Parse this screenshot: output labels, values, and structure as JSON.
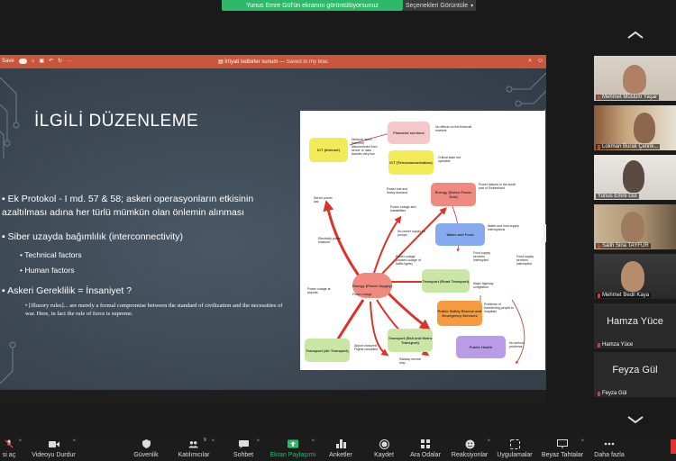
{
  "banner": {
    "share_text": "Yunus Emre Gül'ün ekranını görüntülüyorsunuz",
    "view_options": "Seçenekleri Görüntüle"
  },
  "window": {
    "title_prefix": "İrtiyati tedbirler sunum",
    "title_suffix": "— Saved to my Mac",
    "save_label": "Save"
  },
  "slide": {
    "title": "İLGİLİ DÜZENLEME",
    "bullet1": "Ek Protokol - I md. 57 & 58; askeri operasyonların etkisinin azaltılması adına her türlü mümkün olan önlemin alınması",
    "bullet2": "Siber uzayda bağımlılık (interconnectivity)",
    "sub1": "Technical factors",
    "sub2": "Human factors",
    "bullet3": "Askeri Gereklilik = İnsaniyet ?",
    "quote": "[Illusory rules]... are merely a formal compromise between the standard of civilization and the necessities of war. Here, in fact the rule of force is supreme."
  },
  "diagram": {
    "nodes": {
      "financial": "Financial services",
      "ict_internet": "ICT (Internet)",
      "ict_telecom": "ICT (Telecommunication)",
      "energy_grid": "Energy (Swiss Power Grid)",
      "energy_supply": "Energy (Power Supply)",
      "water_food": "Water and Food",
      "transport_road": "Transport (Road Transport)",
      "public_safety": "Public Safety Rescue and Emergency Services",
      "transport_rail": "Transport (Rail and Metro Transport)",
      "transport_air": "Transport (Air Transport)",
      "public_health": "Public Health"
    },
    "notes": {
      "no_effects": "No effects on the financial markets",
      "network_users": "Network users (Internet) disconnected from server or data transfer very low",
      "critical_state": "Critical state but operable",
      "power_failures": "Power failures in the south part of Switzerland",
      "server_power": "Server power lost",
      "power_lost_heavy": "Power lost and heavy demand",
      "power_outage_instab": "Power outage and instabilities",
      "electricity_blackout": "Electricity power blackout",
      "no_power_pumps": "No power supply for pumps",
      "water_food_supply": "Water and food supply interruptions",
      "food_supply": "Food supply services interrupted",
      "food_supply2": "Food supply services interrupted",
      "power_outage_traffic": "Power outage (caused outage of traffic lights)",
      "major_highway": "Major highway congestion",
      "power_outage_airports": "Power outage at airports",
      "power_outage": "Power outage",
      "problems_transfer": "Problems of transferring people to hospitals",
      "airport_closures": "Airport closures/ Flights cancelled",
      "railway_stop": "Railway service stop",
      "no_serious": "No serious problems"
    }
  },
  "participants": [
    {
      "name": "Mehmet Müslüm Yaşar"
    },
    {
      "name": "Lokman Burak Çetink..."
    },
    {
      "name": "Yunus Emre Gül"
    },
    {
      "name": "Salih Sina TAYFUR"
    },
    {
      "name": "Mehmet Bedil Kaya"
    },
    {
      "name": "Hamza Yüce"
    },
    {
      "name": "Feyza Gül"
    }
  ],
  "toolbar": {
    "mute": "si aç",
    "video": "Videoyu Durdur",
    "security": "Güvenlik",
    "participants": "Katılımcılar",
    "participants_count": "9",
    "chat": "Sohbet",
    "share": "Ekran Paylaşımı",
    "polls": "Anketler",
    "record": "Kaydet",
    "breakout": "Ara Odalar",
    "reactions": "Reaksiyonlar",
    "apps": "Uygulamalar",
    "whiteboards": "Beyaz Tahtalar",
    "more": "Daha fazla"
  },
  "colors": {
    "accent_green": "#2eb86a",
    "ppt_red": "#c9553b",
    "slide_bg": "#3b4651",
    "mic_red": "#e33333",
    "active_border": "#2eb86a"
  }
}
